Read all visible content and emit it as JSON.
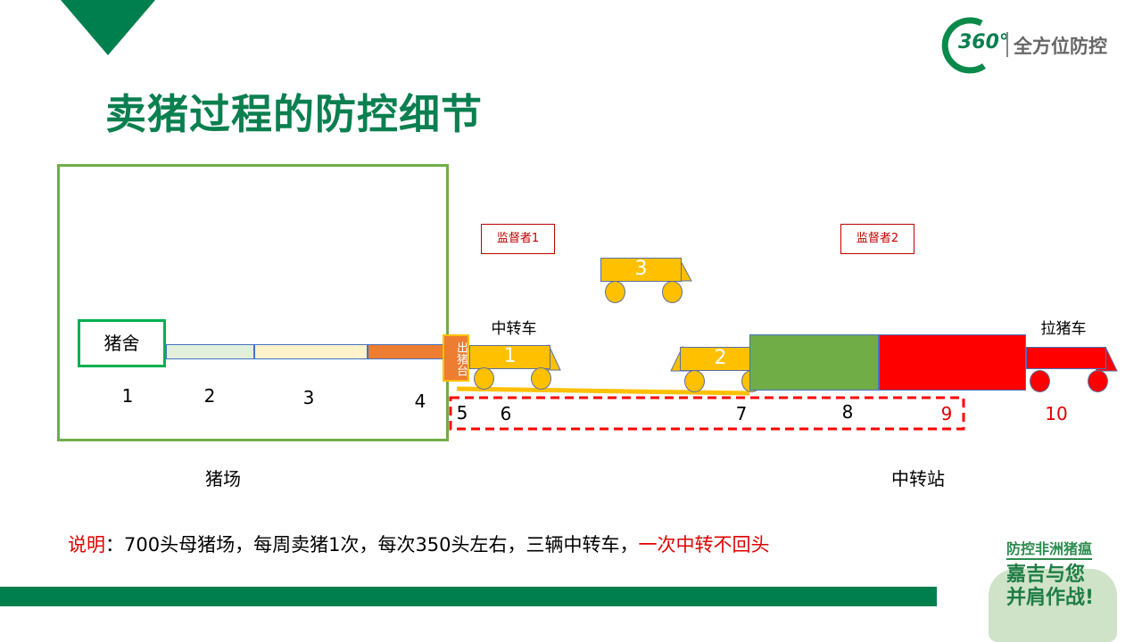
{
  "title": "卖猪过程的防控细节",
  "logo": {
    "number": "360°",
    "text": "全方位防控"
  },
  "farm": {
    "label": "猪场",
    "pen": "猪舍",
    "platform": "出猪台"
  },
  "station_label": "中转站",
  "supervisors": [
    "监督者1",
    "监督者2"
  ],
  "transfer_truck_label": "中转车",
  "pig_truck_label": "拉猪车",
  "trucks": [
    "1",
    "2",
    "3"
  ],
  "steps": [
    "1",
    "2",
    "3",
    "4",
    "5",
    "6",
    "7",
    "8",
    "9",
    "10"
  ],
  "note": {
    "prefix": "说明",
    "body": "：700头母猪场，每周卖猪1次，每次350头左右，三辆中转车，",
    "highlight": "一次中转不回头"
  },
  "badge": {
    "line1": "防控非洲猪瘟",
    "line2": "嘉吉与您",
    "line3": "并肩作战!"
  },
  "colors": {
    "brand": "#007f4e",
    "farm_border": "#70ad47",
    "truck": "#ffc000",
    "red": "#ff0000"
  }
}
